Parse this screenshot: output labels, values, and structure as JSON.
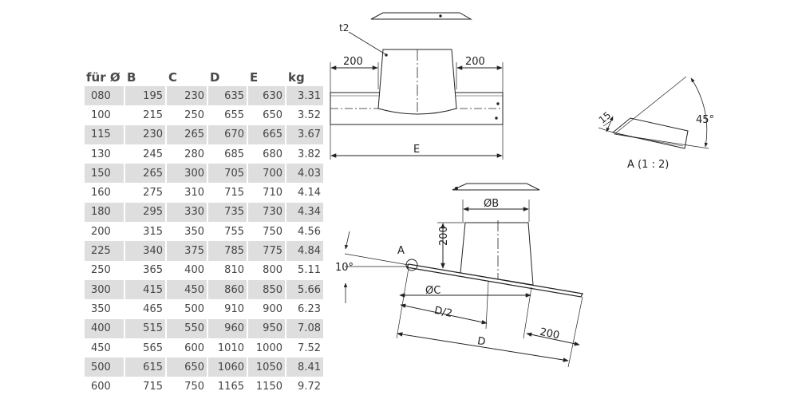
{
  "table": {
    "headers": [
      "für Ø",
      "B",
      "C",
      "D",
      "E",
      "kg"
    ],
    "rows": [
      [
        "080",
        "195",
        "230",
        "635",
        "630",
        "3.31"
      ],
      [
        "100",
        "215",
        "250",
        "655",
        "650",
        "3.52"
      ],
      [
        "115",
        "230",
        "265",
        "670",
        "665",
        "3.67"
      ],
      [
        "130",
        "245",
        "280",
        "685",
        "680",
        "3.82"
      ],
      [
        "150",
        "265",
        "300",
        "705",
        "700",
        "4.03"
      ],
      [
        "160",
        "275",
        "310",
        "715",
        "710",
        "4.14"
      ],
      [
        "180",
        "295",
        "330",
        "735",
        "730",
        "4.34"
      ],
      [
        "200",
        "315",
        "350",
        "755",
        "750",
        "4.56"
      ],
      [
        "225",
        "340",
        "375",
        "785",
        "775",
        "4.84"
      ],
      [
        "250",
        "365",
        "400",
        "810",
        "800",
        "5.11"
      ],
      [
        "300",
        "415",
        "450",
        "860",
        "850",
        "5.66"
      ],
      [
        "350",
        "465",
        "500",
        "910",
        "900",
        "6.23"
      ],
      [
        "400",
        "515",
        "550",
        "960",
        "950",
        "7.08"
      ],
      [
        "450",
        "565",
        "600",
        "1010",
        "1000",
        "7.52"
      ],
      [
        "500",
        "615",
        "650",
        "1060",
        "1050",
        "8.41"
      ],
      [
        "600",
        "715",
        "750",
        "1165",
        "1150",
        "9.72"
      ]
    ]
  },
  "drawing": {
    "top_view": {
      "t2_label": "t2",
      "dim_left": "200",
      "dim_right": "200",
      "dim_width": "E"
    },
    "detail": {
      "dim_15": "15",
      "angle": "45°",
      "caption": "A (1 : 2)"
    },
    "side_view": {
      "dim_B": "ØB",
      "dim_200_vertical": "200",
      "marker_A": "A",
      "angle": "10°",
      "dim_C": "ØC",
      "dim_D_half": "D/2",
      "dim_200": "200",
      "dim_D": "D"
    }
  }
}
